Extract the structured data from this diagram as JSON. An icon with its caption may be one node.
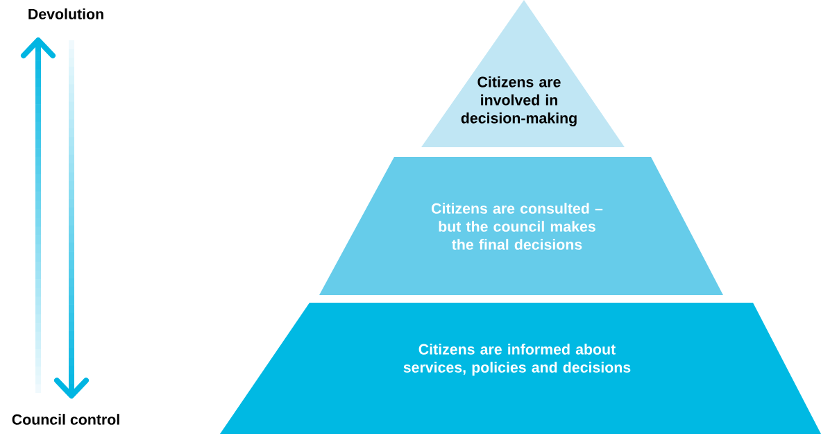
{
  "diagram": {
    "nodes": [
      {
        "text": [
          "Citizens are involved in decision-making"
        ]
      },
      {
        "text": [
          "Citizens are consulted – but the council makes the final decisions"
        ]
      },
      {
        "text": [
          "Citizens are informed about services, policies and decisions"
        ]
      }
    ],
    "labels": [
      "Devolution",
      "Council control"
    ]
  }
}
